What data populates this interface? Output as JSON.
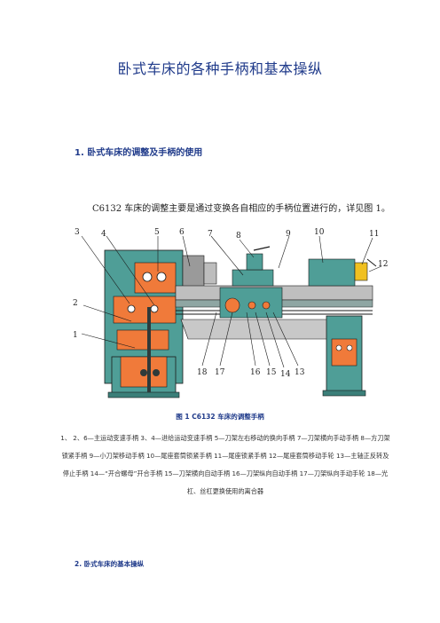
{
  "document": {
    "title": "卧式车床的各种手柄和基本操纵",
    "section1_heading": "1. 卧式车床的调整及手柄的使用",
    "paragraph1": "C6132 车床的调整主要是通过变换各自相应的手柄位置进行的，详见图 1。",
    "figure_caption": "图 1 C6132 车床的调整手柄",
    "legend": "1、 2、6—主运动变速手柄 3、4—进给运动变速手柄 5—刀架左右移动的换向手柄 7—刀架横向手动手柄 8—方刀架锁紧手柄 9—小刀架移动手柄 10—尾座套筒锁紧手柄 11—尾座锁紧手柄 12—尾座套筒移动手轮 13—主轴正反转及停止手柄 14—“开合螺母”开合手柄 15—刀架横向自动手柄 16—刀架纵向自动手柄 17—刀架纵向手动手轮 18—光杠、丝杠更换使用的离合器",
    "section2_heading": "2. 卧式车床的基本操纵"
  },
  "figure": {
    "callouts": [
      "1",
      "2",
      "3",
      "4",
      "5",
      "6",
      "7",
      "8",
      "9",
      "10",
      "11",
      "12",
      "13",
      "14",
      "15",
      "16",
      "17",
      "18"
    ],
    "colors": {
      "body": "#4f9e97",
      "handle_panel": "#f07a3a",
      "bed": "#bfbfbf",
      "dark": "#2f3a3a",
      "line": "#1a1a1a"
    }
  }
}
